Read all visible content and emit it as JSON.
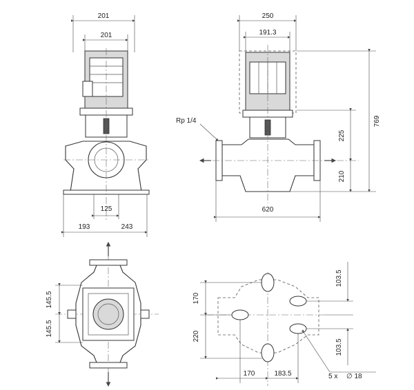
{
  "views": {
    "front": {
      "width_top_outer": "201",
      "width_top_inner": "201",
      "port_spacing": "125",
      "left_base": "193",
      "right_base": "243"
    },
    "side": {
      "motor_width": "250",
      "motor_inner": "191.3",
      "vent_label": "Rp 1/4",
      "height_total": "769",
      "height_upper": "225",
      "height_lower": "210",
      "length_flange": "620"
    },
    "top": {
      "left_upper": "145.5",
      "left_lower": "145.5"
    },
    "base_plan": {
      "left_upper": "170",
      "left_lower": "220",
      "right_upper": "103.5",
      "right_lower": "103.5",
      "bottom_left": "170",
      "bottom_right": "183.5",
      "holes": "5 x",
      "hole_dia": "∅ 18"
    }
  }
}
